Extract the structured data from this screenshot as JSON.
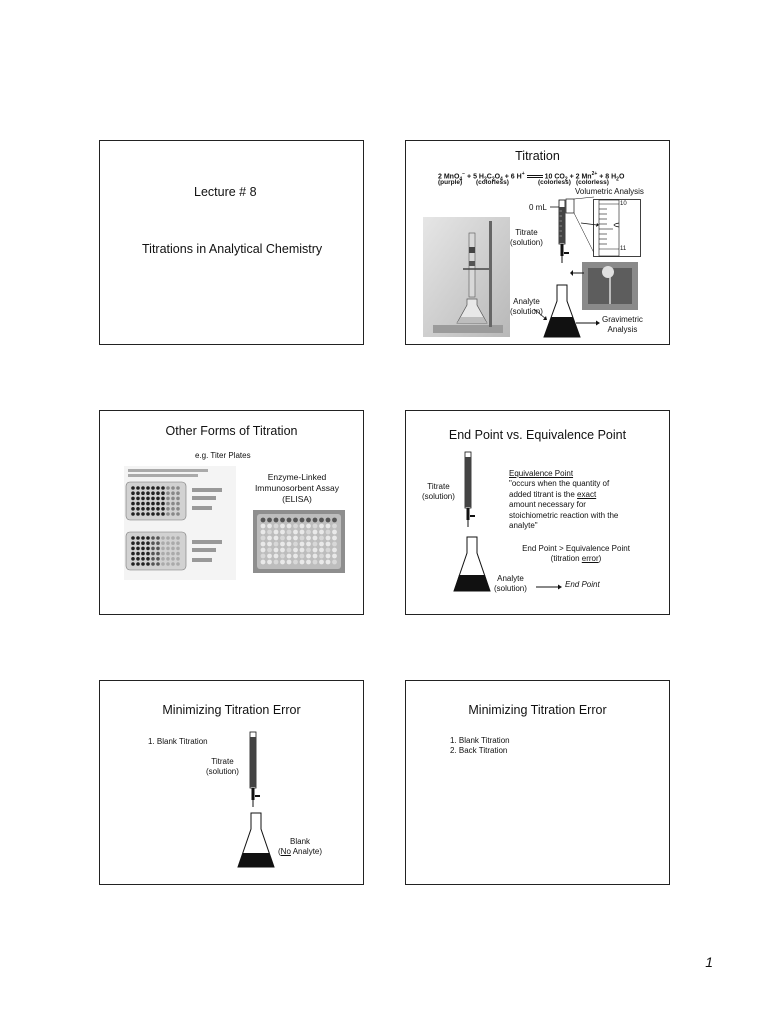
{
  "page_number": "1",
  "slides": {
    "s1": {
      "heading": "Lecture # 8",
      "subheading": "Titrations in Analytical Chemistry"
    },
    "s2": {
      "title": "Titration",
      "equation": "2 MnO4- + 5 H2C2O4 + 6 H+ ⟶ 10 CO2 + 2 Mn2+ + 8 H2O",
      "eq_parts": [
        "2 MnO",
        "4",
        "−",
        " + 5 H",
        "2",
        "C",
        "2",
        "O",
        "4",
        " + 6 H",
        "+",
        " ",
        "10 CO",
        "2",
        " + 2 Mn",
        "2+",
        " + 8 H",
        "2",
        "O"
      ],
      "eq_sub1": "(purple)",
      "eq_sub2": "(colorless)",
      "eq_sub3": "(colorless)",
      "eq_sub4": "(colorless)",
      "volumetric": "Volumetric Analysis",
      "zero_ml": "0 mL",
      "titrate": "Titrate",
      "titrate_sub": "(solution)",
      "analyte": "Analyte",
      "analyte_sub": "(solution)",
      "gravimetric": "Gravimetric",
      "gravimetric_sub": "Analysis",
      "tick_10": "10",
      "tick_11": "11"
    },
    "s3": {
      "title": "Other Forms of Titration",
      "eg": "e.g. Titer Plates",
      "elisa_1": "Enzyme-Linked",
      "elisa_2": "Immunosorbent Assay",
      "elisa_3": "(ELISA)"
    },
    "s4": {
      "title": "End Point vs. Equivalence Point",
      "titrate": "Titrate",
      "titrate_sub": "(solution)",
      "eq_point": "Equivalence Point",
      "quote_1": "\"occurs when the quantity of",
      "quote_2a": "added titrant is the ",
      "quote_2b": "exact",
      "quote_3": "amount necessary for",
      "quote_4": "stoichiometric reaction with the",
      "quote_5": "analyte\"",
      "relation": "End Point > Equivalence Point",
      "error_a": "(titration ",
      "error_b": "error",
      "error_c": ")",
      "analyte": "Analyte",
      "analyte_sub": "(solution)",
      "end_point": "End Point"
    },
    "s5": {
      "title": "Minimizing Titration Error",
      "item1": "1.  Blank Titration",
      "titrate": "Titrate",
      "titrate_sub": "(solution)",
      "blank": "Blank",
      "blank_sub_a": "No",
      "blank_sub_b": " Analyte)",
      "blank_open": "("
    },
    "s6": {
      "title": "Minimizing Titration Error",
      "item1": "1.  Blank Titration",
      "item2": "2.  Back Titration"
    }
  }
}
